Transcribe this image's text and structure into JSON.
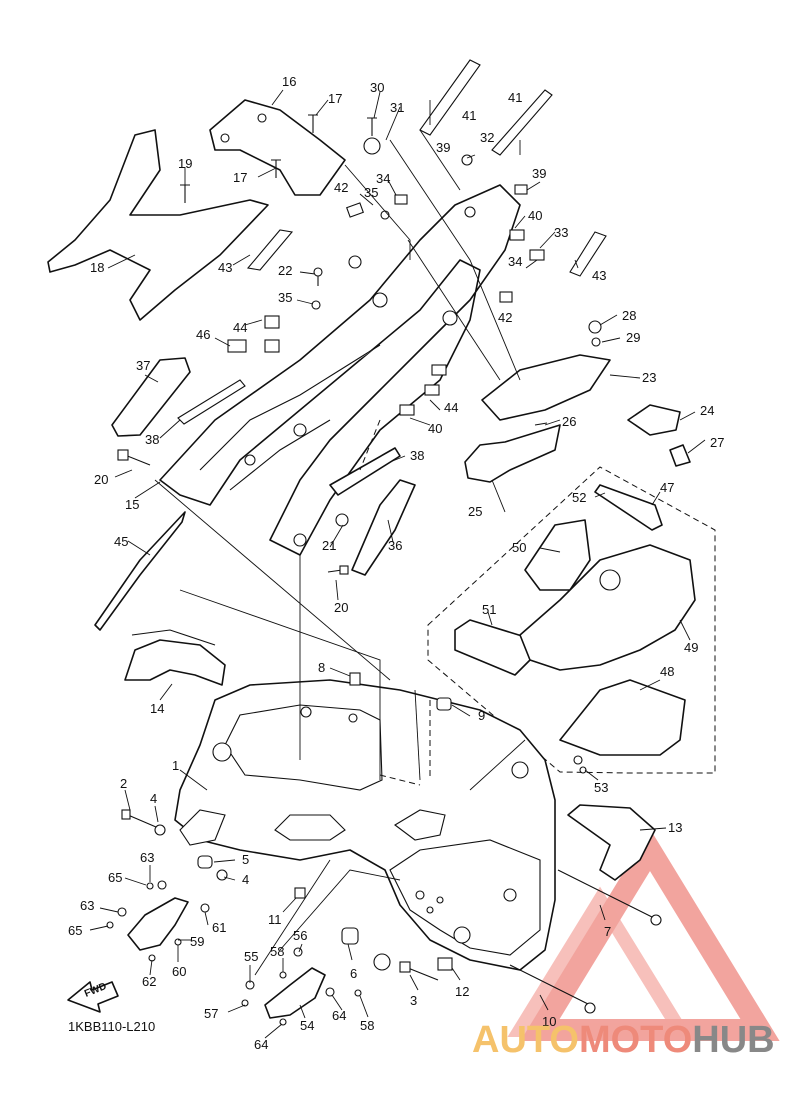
{
  "diagram": {
    "code": "1KBB110-L210",
    "fwd_label": "FWD",
    "watermark": {
      "part1": "AUTO",
      "part2": "MOTO",
      "part3": "HUB"
    },
    "callouts": [
      "1",
      "2",
      "3",
      "4",
      "4",
      "5",
      "6",
      "7",
      "8",
      "9",
      "10",
      "11",
      "12",
      "13",
      "14",
      "15",
      "16",
      "17",
      "17",
      "18",
      "19",
      "20",
      "20",
      "21",
      "22",
      "23",
      "24",
      "25",
      "26",
      "27",
      "28",
      "29",
      "30",
      "31",
      "32",
      "33",
      "34",
      "34",
      "35",
      "35",
      "36",
      "37",
      "38",
      "38",
      "39",
      "39",
      "40",
      "40",
      "41",
      "41",
      "42",
      "42",
      "43",
      "43",
      "44",
      "44",
      "45",
      "46",
      "47",
      "48",
      "49",
      "50",
      "51",
      "52",
      "53",
      "54",
      "55",
      "56",
      "57",
      "58",
      "58",
      "59",
      "60",
      "61",
      "62",
      "63",
      "63",
      "64",
      "64",
      "65",
      "65"
    ]
  },
  "colors": {
    "line": "#111111",
    "watermark_red": "#e85a4f",
    "watermark_orange": "#f5c26b",
    "watermark_grey": "#888888"
  }
}
